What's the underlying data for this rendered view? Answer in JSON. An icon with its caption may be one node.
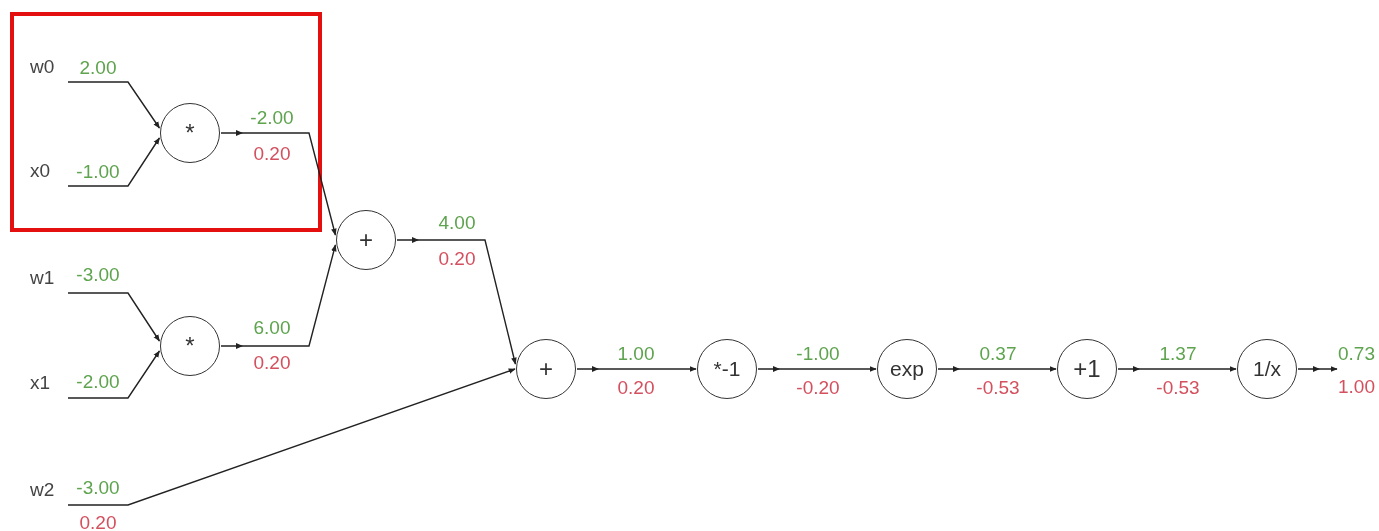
{
  "diagram": {
    "nodes": [
      {
        "text": [
          "w0"
        ]
      },
      {
        "text": [
          "x0"
        ]
      },
      {
        "text": [
          "*"
        ]
      },
      {
        "text": [
          "w1"
        ]
      },
      {
        "text": [
          "x1"
        ]
      },
      {
        "text": [
          "*"
        ]
      },
      {
        "text": [
          "+"
        ]
      },
      {
        "text": [
          "w2"
        ]
      },
      {
        "text": [
          "+"
        ]
      },
      {
        "text": [
          "*-1"
        ]
      },
      {
        "text": [
          "exp"
        ]
      },
      {
        "text": [
          "+1"
        ]
      },
      {
        "text": [
          "1/x"
        ]
      },
      {
        "text": [
          "0.73",
          "1.00"
        ]
      }
    ],
    "edges": [
      {
        "from": 0,
        "to": 2,
        "arrow": "to",
        "label": "2.00"
      },
      {
        "from": 1,
        "to": 2,
        "arrow": "to",
        "label": "-1.00"
      },
      {
        "from": 3,
        "to": 5,
        "arrow": "to",
        "label": "-3.00"
      },
      {
        "from": 4,
        "to": 5,
        "arrow": "to",
        "label": "-2.00"
      },
      {
        "from": 2,
        "to": 6,
        "arrow": "to",
        "label": "-2.00"
      },
      {
        "from": 5,
        "to": 6,
        "arrow": "to",
        "label": "6.00"
      },
      {
        "from": 6,
        "to": 8,
        "arrow": "to",
        "label": "4.00"
      },
      {
        "from": 7,
        "to": 8,
        "arrow": "to",
        "label": "-3.00"
      },
      {
        "from": 8,
        "to": 9,
        "arrow": "to",
        "label": "1.00"
      },
      {
        "from": 9,
        "to": 10,
        "arrow": "to",
        "label": "-1.00"
      },
      {
        "from": 10,
        "to": 11,
        "arrow": "to",
        "label": "0.37"
      },
      {
        "from": 11,
        "to": 12,
        "arrow": "to",
        "label": "1.37"
      },
      {
        "from": 12,
        "to": 13,
        "arrow": "to"
      }
    ],
    "labels": [
      "0.20",
      "0.20",
      "0.20",
      "0.20",
      "-0.20",
      "-0.53",
      "-0.53",
      "0.20"
    ]
  }
}
